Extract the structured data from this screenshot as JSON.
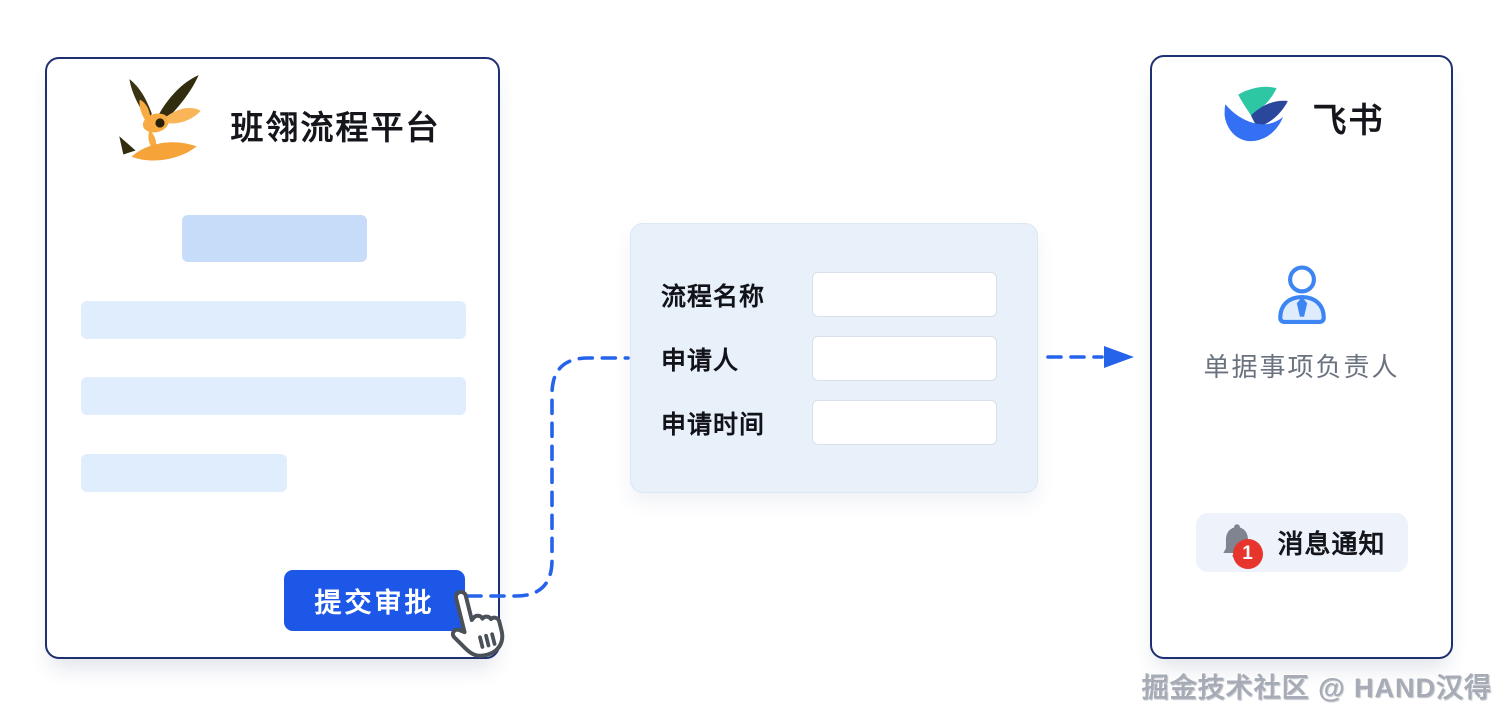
{
  "left_card": {
    "title": "班翎流程平台",
    "submit_button": "提交审批"
  },
  "form_card": {
    "fields": [
      {
        "label": "流程名称",
        "value": ""
      },
      {
        "label": "申请人",
        "value": ""
      },
      {
        "label": "申请时间",
        "value": ""
      }
    ]
  },
  "right_card": {
    "title": "飞书",
    "assignee_label": "单据事项负责人",
    "notification": {
      "label": "消息通知",
      "badge_count": "1"
    }
  },
  "watermark": "掘金技术社区 @ HAND汉得",
  "icons": {
    "banling_logo": "orange-bird-logo",
    "feishu_logo": "feishu-bird-logo",
    "person": "user-with-tie-outline",
    "bell": "notification-bell",
    "hand": "hand-pointer-cursor",
    "arrow": "dashed-arrow-right"
  },
  "colors": {
    "card_border": "#1e3070",
    "accent_blue": "#1d57e8",
    "connector_blue": "#2563eb",
    "form_card_bg": "#e8f0fa",
    "skeleton_dark": "#c6dcf8",
    "skeleton_light": "#e0edfc",
    "badge_red": "#e7342c",
    "bell_gray": "#7e8490",
    "muted_text": "#6a7280",
    "title_text": "#15161c",
    "watermark_gray": "#a6abb6"
  }
}
